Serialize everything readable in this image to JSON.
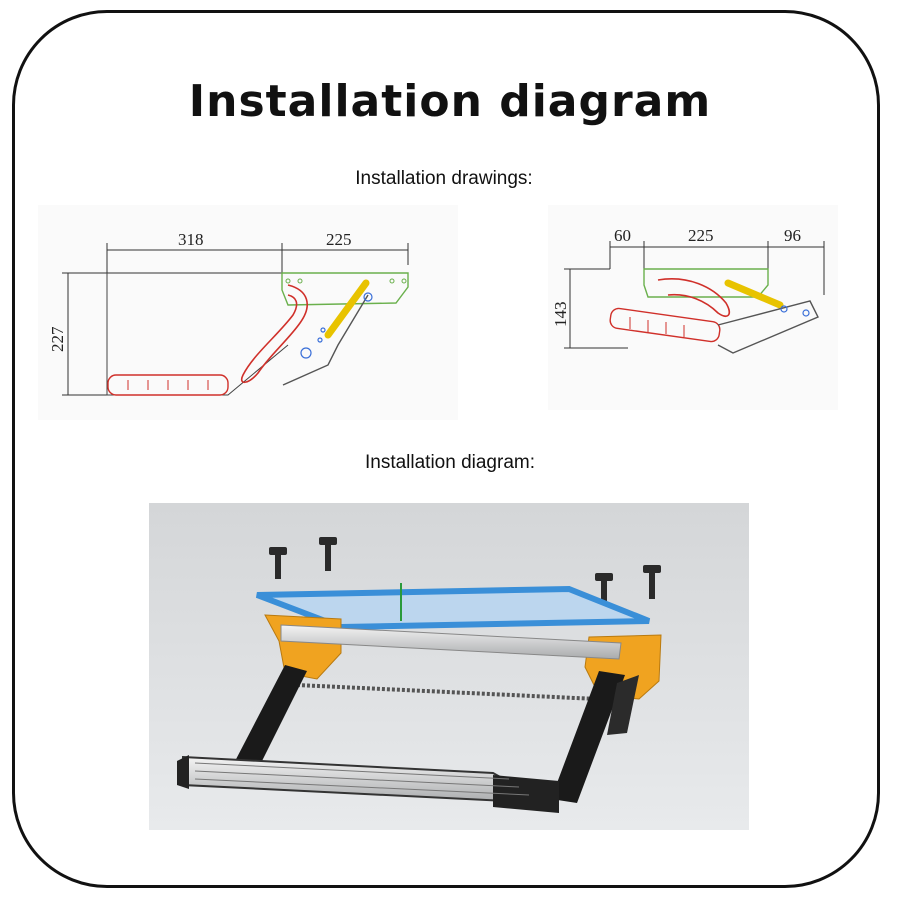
{
  "title": "Installation diagram",
  "drawings_heading": "Installation drawings:",
  "diagram_heading": "Installation diagram:",
  "left_drawing": {
    "dim_top_1": "318",
    "dim_top_2": "225",
    "dim_height": "227"
  },
  "right_drawing": {
    "dim_top_1": "60",
    "dim_top_2": "225",
    "dim_top_3": "96",
    "dim_height": "143"
  },
  "colors": {
    "frame": "#111111",
    "linkage_red": "#d0302a",
    "linkage_yellow": "#e8c300",
    "bracket_green": "#6ab04c",
    "plate_blue": "#3a8fd8",
    "bracket_orange": "#f0a320",
    "arm_black": "#1a1a1a"
  }
}
